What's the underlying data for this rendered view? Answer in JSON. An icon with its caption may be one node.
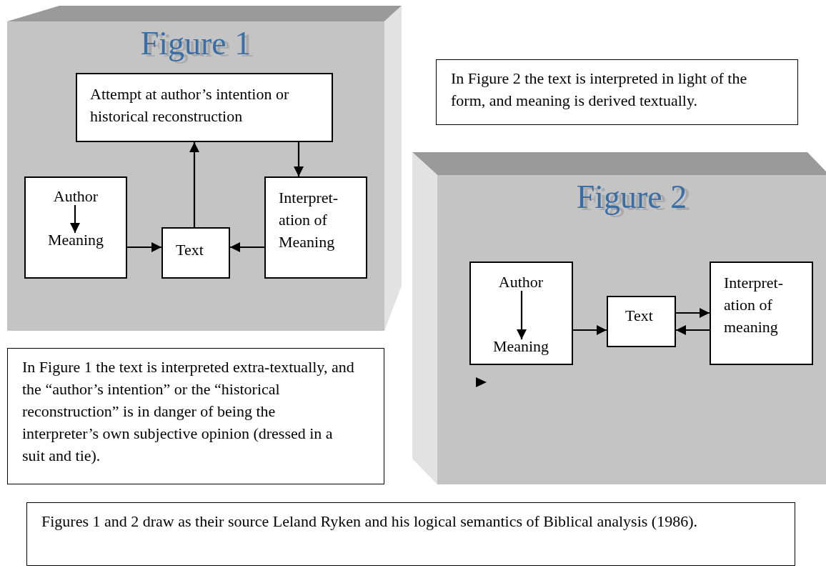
{
  "diagram": {
    "nodes": [
      {
        "text": [
          "Figure 1"
        ]
      },
      {
        "text": [
          "Attempt at author’s intention or historical reconstruction"
        ],
        "in": 0
      },
      {
        "text": [],
        "shape": "box",
        "in": 0
      },
      {
        "text": [
          "Author"
        ],
        "in": 2
      },
      {
        "text": [
          "Meaning"
        ],
        "in": 2
      },
      {
        "text": [
          "Text"
        ],
        "in": 0
      },
      {
        "text": [
          "Interpret-ation of Meaning"
        ],
        "in": 0
      },
      {
        "text": [
          "In Figure 2 the text is interpreted in light of the form, and meaning is derived textually."
        ]
      },
      {
        "text": [
          "Figure 2"
        ]
      },
      {
        "text": [],
        "shape": "box",
        "in": 8
      },
      {
        "text": [
          "Author"
        ],
        "in": 9
      },
      {
        "text": [
          "Meaning"
        ],
        "in": 9
      },
      {
        "text": [
          "Text"
        ],
        "in": 8
      },
      {
        "text": [
          "Interpret-ation of meaning"
        ],
        "in": 8
      },
      {
        "text": [
          "In Figure 1 the text is interpreted extra-textually, and the “author’s intention” or the “historical reconstruction” is in danger of being the interpreter’s own subjective opinion (dressed in a suit and tie)."
        ]
      },
      {
        "text": [
          "Figures 1 and 2 draw as their source Leland Ryken and his logical semantics of Biblical analysis (1986)."
        ]
      }
    ],
    "edges": [
      {
        "from": 5,
        "to": 1,
        "arrow": "to"
      },
      {
        "from": 1,
        "to": 6,
        "arrow": "to"
      },
      {
        "from": 2,
        "to": 5,
        "arrow": "to"
      },
      {
        "from": 6,
        "to": 5,
        "arrow": "to"
      },
      {
        "from": 3,
        "to": 4,
        "arrow": "to"
      },
      {
        "from": 10,
        "to": 11,
        "arrow": "to"
      },
      {
        "from": 9,
        "to": 12,
        "arrow": "to"
      },
      {
        "from": 12,
        "to": 13,
        "arrow": "to"
      },
      {
        "from": 13,
        "to": 12,
        "arrow": "to"
      }
    ]
  }
}
